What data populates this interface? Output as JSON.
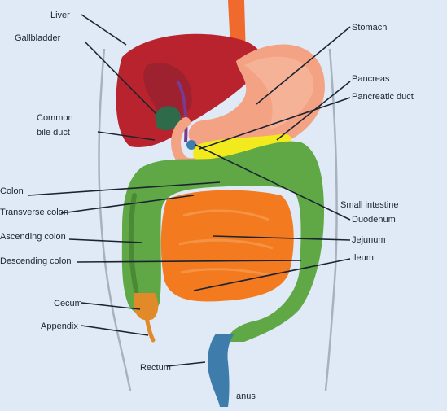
{
  "labels": {
    "liver": "Liver",
    "gallbladder": "Gallbladder",
    "common_bile_duct_line1": "Common",
    "common_bile_duct_line2": "bile duct",
    "stomach": "Stomach",
    "pancreas": "Pancreas",
    "pancreatic_duct": "Pancreatic duct",
    "colon": "Colon",
    "transverse_colon": "Transverse colon",
    "ascending_colon": "Ascending colon",
    "descending_colon": "Descending colon",
    "small_intestine": "Small intestine",
    "duodenum": "Duodenum",
    "jejunum": "Jejunum",
    "ileum": "Ileum",
    "cecum": "Cecum",
    "appendix": "Appendix",
    "rectum": "Rectum",
    "anus": "anus"
  },
  "colors": {
    "background": "#dfeaf6",
    "liver": "#b8232d",
    "stomach": "#f3a283",
    "colon": "#5fa845",
    "small_intestine": "#f47a20",
    "pancreas": "#f2ea1c",
    "rectum": "#3e7cab",
    "colon_label": "#7cc048",
    "pancreas_label": "#8cc43f",
    "small_intestine_label": "#e9b44a",
    "leader_line": "#1b2430"
  }
}
